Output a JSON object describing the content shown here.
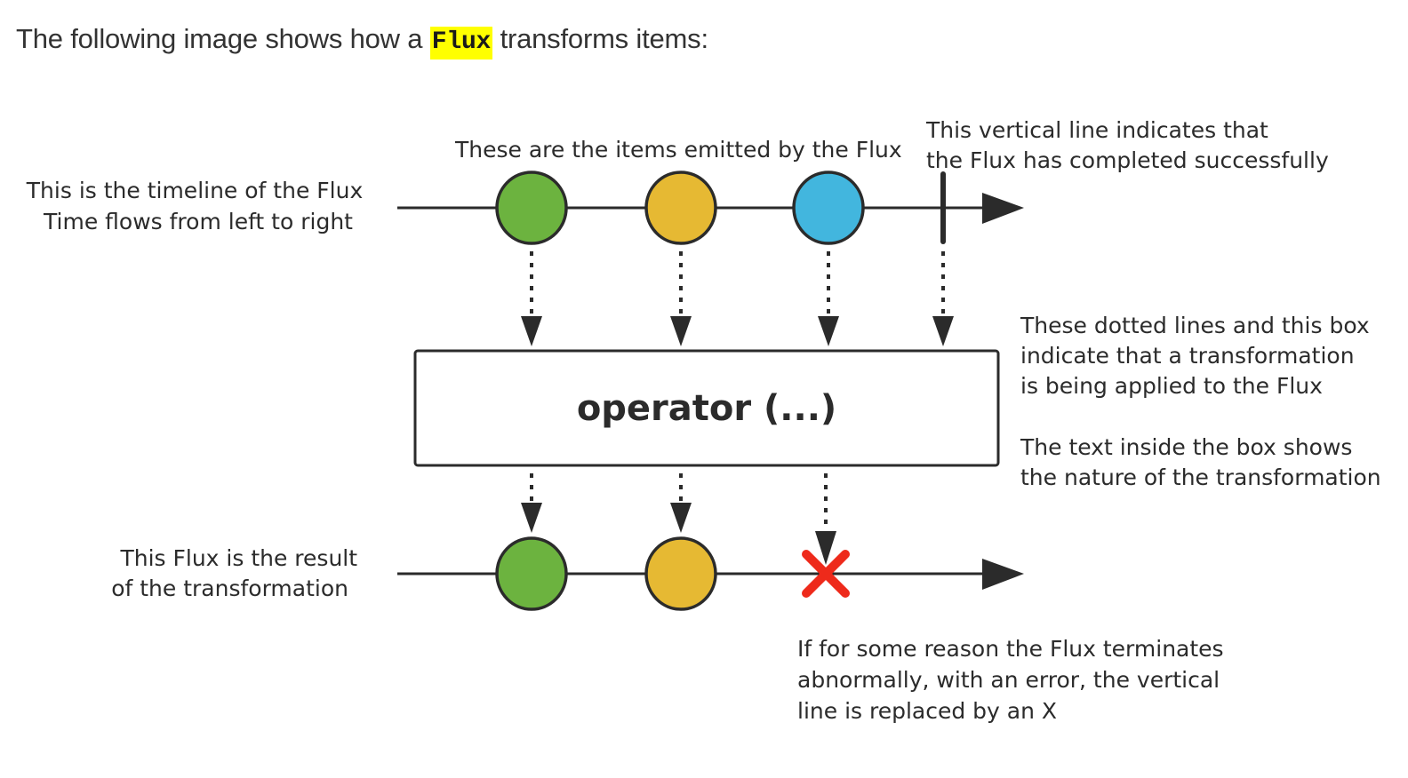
{
  "intro": {
    "before": "The following image shows how a ",
    "code": "Flux",
    "after": " transforms items:"
  },
  "diagram": {
    "operator_label": "operator (...)",
    "annotations": {
      "timeline": [
        "This is the timeline of the Flux",
        "Time flows from left to right"
      ],
      "items": [
        "These are the items emitted by the Flux"
      ],
      "completion": [
        "This vertical line indicates that",
        "the Flux has completed successfully"
      ],
      "transformation": [
        "These dotted lines and this box",
        "indicate that a transformation",
        "is being applied to the Flux",
        "",
        "The text inside the box shows",
        "the nature of the transformation"
      ],
      "result": [
        "This Flux is the result",
        "of the transformation"
      ],
      "error": [
        "If for some reason the Flux terminates",
        "abnormally, with an error, the vertical",
        "line is replaced by an X"
      ]
    },
    "source_items": [
      {
        "name": "green-item",
        "color": "#6cb33f"
      },
      {
        "name": "yellow-item",
        "color": "#e6b933"
      },
      {
        "name": "blue-item",
        "color": "#42b6de"
      }
    ],
    "result_items": [
      {
        "name": "green-item",
        "color": "#6cb33f"
      },
      {
        "name": "yellow-item",
        "color": "#e6b933"
      }
    ],
    "source_termination": "complete",
    "result_termination": "error",
    "colors": {
      "stroke": "#2b2b2b",
      "error_x": "#ee2a1b",
      "highlight": "#ffff00"
    }
  }
}
